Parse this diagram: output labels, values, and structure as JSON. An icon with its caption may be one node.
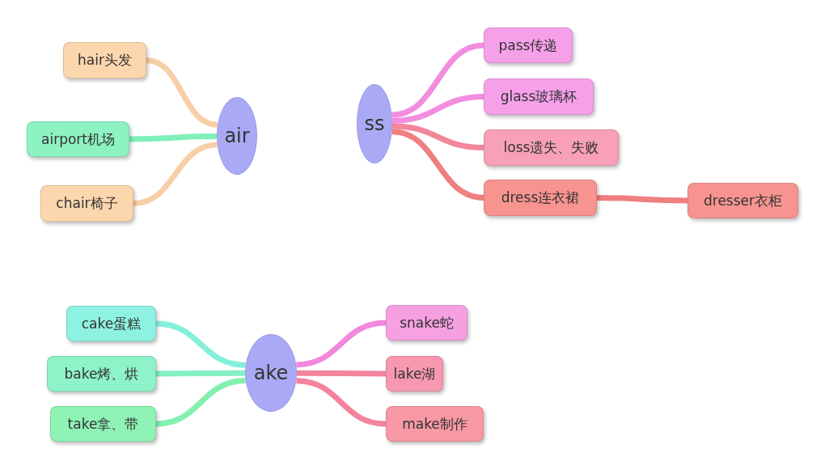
{
  "diagram": {
    "nodes": [
      {
        "text": [
          "air"
        ]
      },
      {
        "text": [
          "hair头发"
        ]
      },
      {
        "text": [
          "airport机场"
        ]
      },
      {
        "text": [
          "chair椅子"
        ]
      },
      {
        "text": [
          "ss"
        ]
      },
      {
        "text": [
          "pass传递"
        ]
      },
      {
        "text": [
          "glass玻璃杯"
        ]
      },
      {
        "text": [
          "loss遗失、失败"
        ]
      },
      {
        "text": [
          "dress连衣裙"
        ]
      },
      {
        "text": [
          "dresser衣柜"
        ]
      },
      {
        "text": [
          "ake"
        ]
      },
      {
        "text": [
          "cake蛋糕"
        ]
      },
      {
        "text": [
          "bake烤、烘"
        ]
      },
      {
        "text": [
          "take拿、带"
        ]
      },
      {
        "text": [
          "snake蛇"
        ]
      },
      {
        "text": [
          "lake湖"
        ]
      },
      {
        "text": [
          "make制作"
        ]
      }
    ],
    "edges": [
      {
        "from": 0,
        "to": 1,
        "arrow": "none",
        "color": "#f7cfa6"
      },
      {
        "from": 0,
        "to": 2,
        "arrow": "none",
        "color": "#7ef0b8"
      },
      {
        "from": 0,
        "to": 3,
        "arrow": "none",
        "color": "#f7cfa6"
      },
      {
        "from": 4,
        "to": 5,
        "arrow": "none",
        "color": "#f28ee0"
      },
      {
        "from": 4,
        "to": 6,
        "arrow": "none",
        "color": "#f28ee0"
      },
      {
        "from": 4,
        "to": 7,
        "arrow": "none",
        "color": "#f2889a"
      },
      {
        "from": 4,
        "to": 8,
        "arrow": "none",
        "color": "#f07f7f"
      },
      {
        "from": 8,
        "to": 9,
        "arrow": "none",
        "color": "#f07f7f"
      },
      {
        "from": 10,
        "to": 11,
        "arrow": "none",
        "color": "#84f0dc"
      },
      {
        "from": 10,
        "to": 12,
        "arrow": "none",
        "color": "#84f0c4"
      },
      {
        "from": 10,
        "to": 13,
        "arrow": "none",
        "color": "#84f0b0"
      },
      {
        "from": 10,
        "to": 14,
        "arrow": "none",
        "color": "#f288dc"
      },
      {
        "from": 10,
        "to": 15,
        "arrow": "none",
        "color": "#f2849e"
      },
      {
        "from": 10,
        "to": 16,
        "arrow": "none",
        "color": "#f2849e"
      }
    ]
  }
}
